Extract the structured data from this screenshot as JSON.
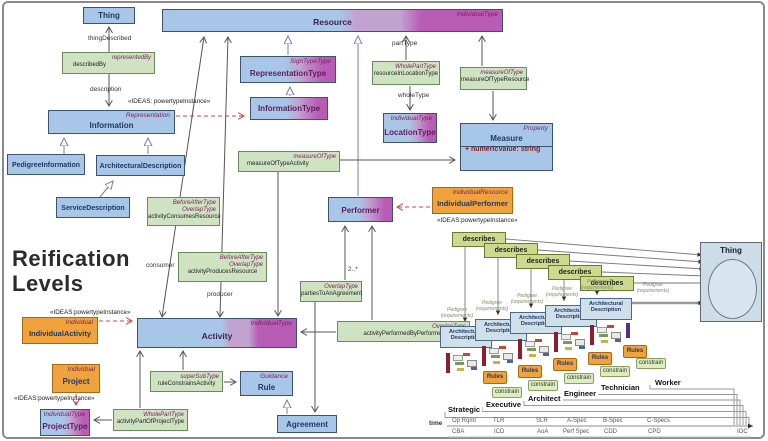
{
  "diagram_title": "Reification Levels",
  "colors": {
    "class_blue": "#a8c6e8",
    "type_magenta": "#b95cb5",
    "type_lavender": "#c2a3d0",
    "assoc_green": "#cfe3c3",
    "individual_orange": "#f0a23c",
    "describes_green": "#ccd98e",
    "dashed_red": "#cc4444",
    "generalization_purple": "#7878b8"
  },
  "classes": {
    "thing": {
      "name": "Thing"
    },
    "resource": {
      "name": "Resource",
      "stereotype": "IndividualType"
    },
    "representation_type": {
      "name": "RepresentationType",
      "stereotype": "SignTypeType"
    },
    "information_type": {
      "name": "InformationType"
    },
    "information": {
      "name": "Information",
      "stereotype": "Representation"
    },
    "pedigree_information": {
      "name": "PedigreeInformation"
    },
    "architectural_description": {
      "name": "ArchitecturalDescription"
    },
    "service_description": {
      "name": "ServiceDescription"
    },
    "location_type": {
      "name": "LocationType",
      "stereotype": "IndividualType"
    },
    "measure": {
      "name": "Measure",
      "stereotype": "Property",
      "attribute": "+  numericValue:  string"
    },
    "performer": {
      "name": "Performer"
    },
    "individual_performer": {
      "name": "IndividualPerformer",
      "stereotype": "IndividualResource"
    },
    "individual_activity": {
      "name": "IndividualActivity",
      "stereotype": "Individual"
    },
    "activity": {
      "name": "Activity",
      "stereotype": "IndividualType"
    },
    "project": {
      "name": "Project",
      "stereotype": "Individual"
    },
    "project_type": {
      "name": "ProjectType",
      "stereotype": "IndividualType"
    },
    "rule": {
      "name": "Rule",
      "stereotype": "Guidance"
    },
    "agreement": {
      "name": "Agreement"
    }
  },
  "assoc": {
    "describedBy": {
      "types": [
        "representedBy"
      ],
      "name": "describedBy"
    },
    "activityConsumesResource": {
      "types": [
        "BeforeAfterType",
        "OverlapType"
      ],
      "name": "activityConsumesResource"
    },
    "activityProducesResource": {
      "types": [
        "BeforeAfterType",
        "OverlapType"
      ],
      "name": "activityProducesResource"
    },
    "measureOfTypeActivity": {
      "types": [
        "measureOfType"
      ],
      "name": "measureOfTypeActivity"
    },
    "resourceInLocationType": {
      "types": [
        "WholePartType"
      ],
      "name": "resourceInLocationType"
    },
    "measureOfTypeResource": {
      "types": [
        "measureOfType"
      ],
      "name": "measureOfTypeResource"
    },
    "partiesToAnAgreement": {
      "types": [
        "OverlapType"
      ],
      "name": "partiesToAnAgreement"
    },
    "activityPerformedByPerformer": {
      "types": [
        "OverlapType"
      ],
      "name": "activityPerformedByPerformer"
    },
    "ruleConstrainsActivity": {
      "types": [
        "superSubType"
      ],
      "name": "ruleConstrainsActivity"
    },
    "activityPartOfProjectType": {
      "types": [
        "WholePartType"
      ],
      "name": "activityPartOfProjectType"
    }
  },
  "labels": {
    "thingDescribed": "thingDescribed",
    "description": "description",
    "consumer": "consumer",
    "producer": "producer",
    "partType": "partType",
    "wholeType": "wholeType",
    "multiplicity": "2..*",
    "ideas_spaced": "«IDEAS: powertypeInstance»",
    "ideas": "«IDEAS:powertypeInstance»"
  },
  "mini": {
    "describes": "describes",
    "arch_desc": "Architectural Description",
    "pedigree": "Pedigree (requirements)",
    "rules": "Rules",
    "constrain": "constrain",
    "thing": "Thing",
    "time_label": "time",
    "roles": [
      "Strategic",
      "Executive",
      "Architect",
      "Engineer",
      "Technician",
      "Worker"
    ],
    "milestones_row1": [
      "Op Rqmt",
      "TLR",
      "SLR",
      "A-Spec",
      "B-Spec",
      "C-Specs"
    ],
    "milestones_row2": [
      "CBA",
      "ICD",
      "AoA",
      "Perf Spec",
      "CDD",
      "CPD",
      "IOC"
    ]
  }
}
